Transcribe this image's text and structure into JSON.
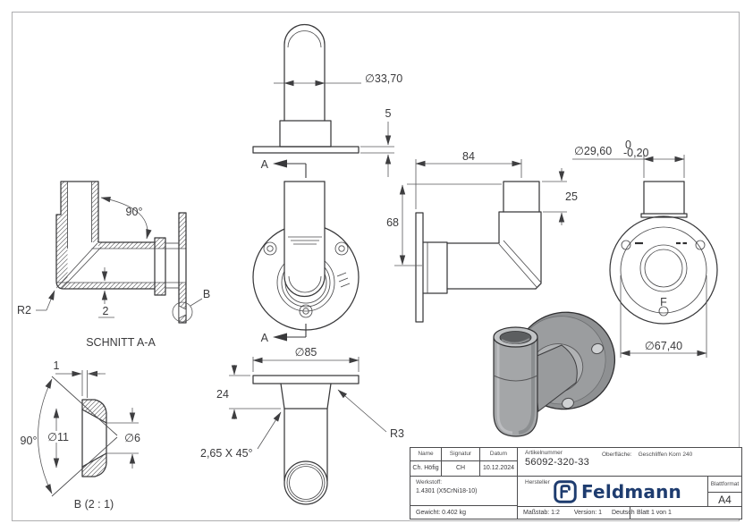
{
  "views": {
    "top_elevation": {
      "dim_tube_od": "∅33,70",
      "dim_plate_thickness": "5"
    },
    "front": {
      "cut_label_top": "A",
      "cut_label_bottom": "A"
    },
    "plan": {
      "dim_flange_od": "∅85",
      "dim_collar_height": "24",
      "dim_fillet": "R3",
      "dim_chamfer": "2,65 X 45°"
    },
    "section": {
      "title": "SCHNITT A-A",
      "dim_angle": "90°",
      "dim_fillet": "R2",
      "dim_wall": "2",
      "detail_ref": "B"
    },
    "side": {
      "dim_reach": "84",
      "dim_height": "68",
      "dim_stub_len": "25"
    },
    "back": {
      "dim_stub_od": "∅29,60",
      "tol_upper": "0",
      "tol_lower": "-0,20",
      "dim_bolt_circle": "∅67,40",
      "mark": "F"
    },
    "detail_b": {
      "title": "B (2 : 1)",
      "dim_rim": "1",
      "dim_cone_angle": "90°",
      "dim_csk_od": "∅11",
      "dim_hole": "∅6"
    }
  },
  "titleblock": {
    "col_name": {
      "label": "Name",
      "value": "Ch. Höfig"
    },
    "col_signatur": {
      "label": "Signatur",
      "value": "CH"
    },
    "col_datum": {
      "label": "Datum",
      "value": "10.12.2024"
    },
    "werkstoff": {
      "label": "Werkstoff:",
      "value": "1.4301 (X5CrNi18-10)"
    },
    "gewicht": "Gewicht: 0.402 kg",
    "artikelnummer": {
      "label": "Artikelnummer",
      "value": "56092-320-33"
    },
    "oberflaeche": {
      "label": "Oberfläche:",
      "value": "Geschliffen Korn 240"
    },
    "hersteller_label": "Hersteller",
    "logo_text": "Feldmann",
    "blattformat": {
      "label": "Blattformat",
      "value": "A4"
    },
    "massstab": "Maßstab: 1:2",
    "version": "Version: 1",
    "sprache": "Deutsch",
    "blatt": "Blatt 1 von 1"
  },
  "colors": {
    "logo_navy": "#1e3c6f",
    "line": "#39393b"
  }
}
